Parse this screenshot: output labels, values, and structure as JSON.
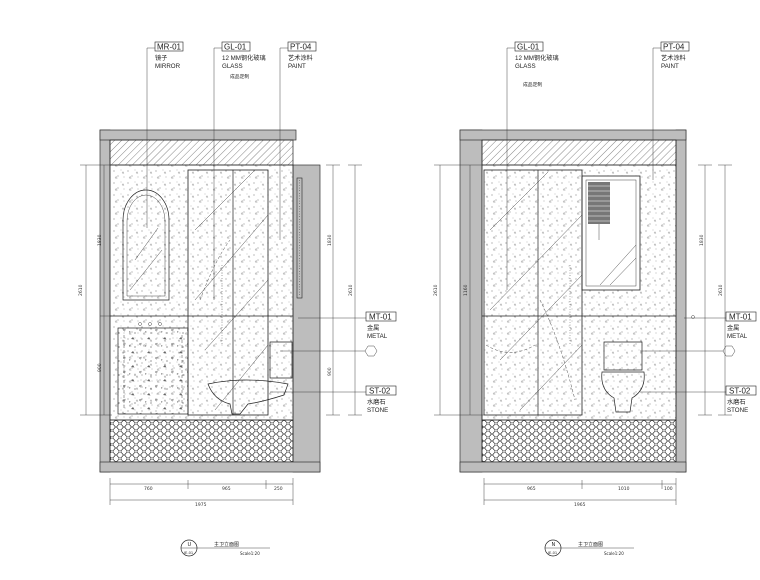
{
  "elevation_left": {
    "labels": {
      "mr01": {
        "code": "MR-01",
        "cn": "镜子",
        "en": "MIRROR"
      },
      "gl01": {
        "code": "GL-01",
        "cn": "12 MM钢化玻璃",
        "en": "GLASS",
        "note": "成品定制"
      },
      "pt04": {
        "code": "PT-04",
        "cn": "艺术涂料",
        "en": "PAINT"
      },
      "mt01": {
        "code": "MT-01",
        "cn": "金属",
        "en": "METAL"
      },
      "st02": {
        "code": "ST-02",
        "cn": "水磨石",
        "en": "STONE"
      }
    },
    "dims": {
      "total_height": "2610",
      "upper_left": "1830",
      "lower_left": "900",
      "upper_right": "1830",
      "right_total": "2610",
      "lower_right": "900",
      "h1": "760",
      "h2": "965",
      "h3": "250",
      "h_total": "1975"
    },
    "caption": {
      "letter": "U",
      "ref": "IE-01",
      "title": "主卫立面图",
      "scale": "Scale1:20"
    }
  },
  "elevation_right": {
    "labels": {
      "gl01": {
        "code": "GL-01",
        "cn": "12 MM钢化玻璃",
        "en": "GLASS",
        "note": "成品定制"
      },
      "pt04": {
        "code": "PT-04",
        "cn": "艺术涂料",
        "en": "PAINT"
      },
      "mt01": {
        "code": "MT-01",
        "cn": "金属",
        "en": "METAL"
      },
      "st02": {
        "code": "ST-02",
        "cn": "水磨石",
        "en": "STONE"
      }
    },
    "dims": {
      "total_height": "2610",
      "upper_left": "1160",
      "upper_right": "1830",
      "right_total": "2610",
      "h1": "965",
      "h2": "1010",
      "h3": "100",
      "h_total": "1965"
    },
    "caption": {
      "letter": "N",
      "ref": "IE-01",
      "title": "主卫立面图",
      "scale": "Scale1:20"
    }
  }
}
